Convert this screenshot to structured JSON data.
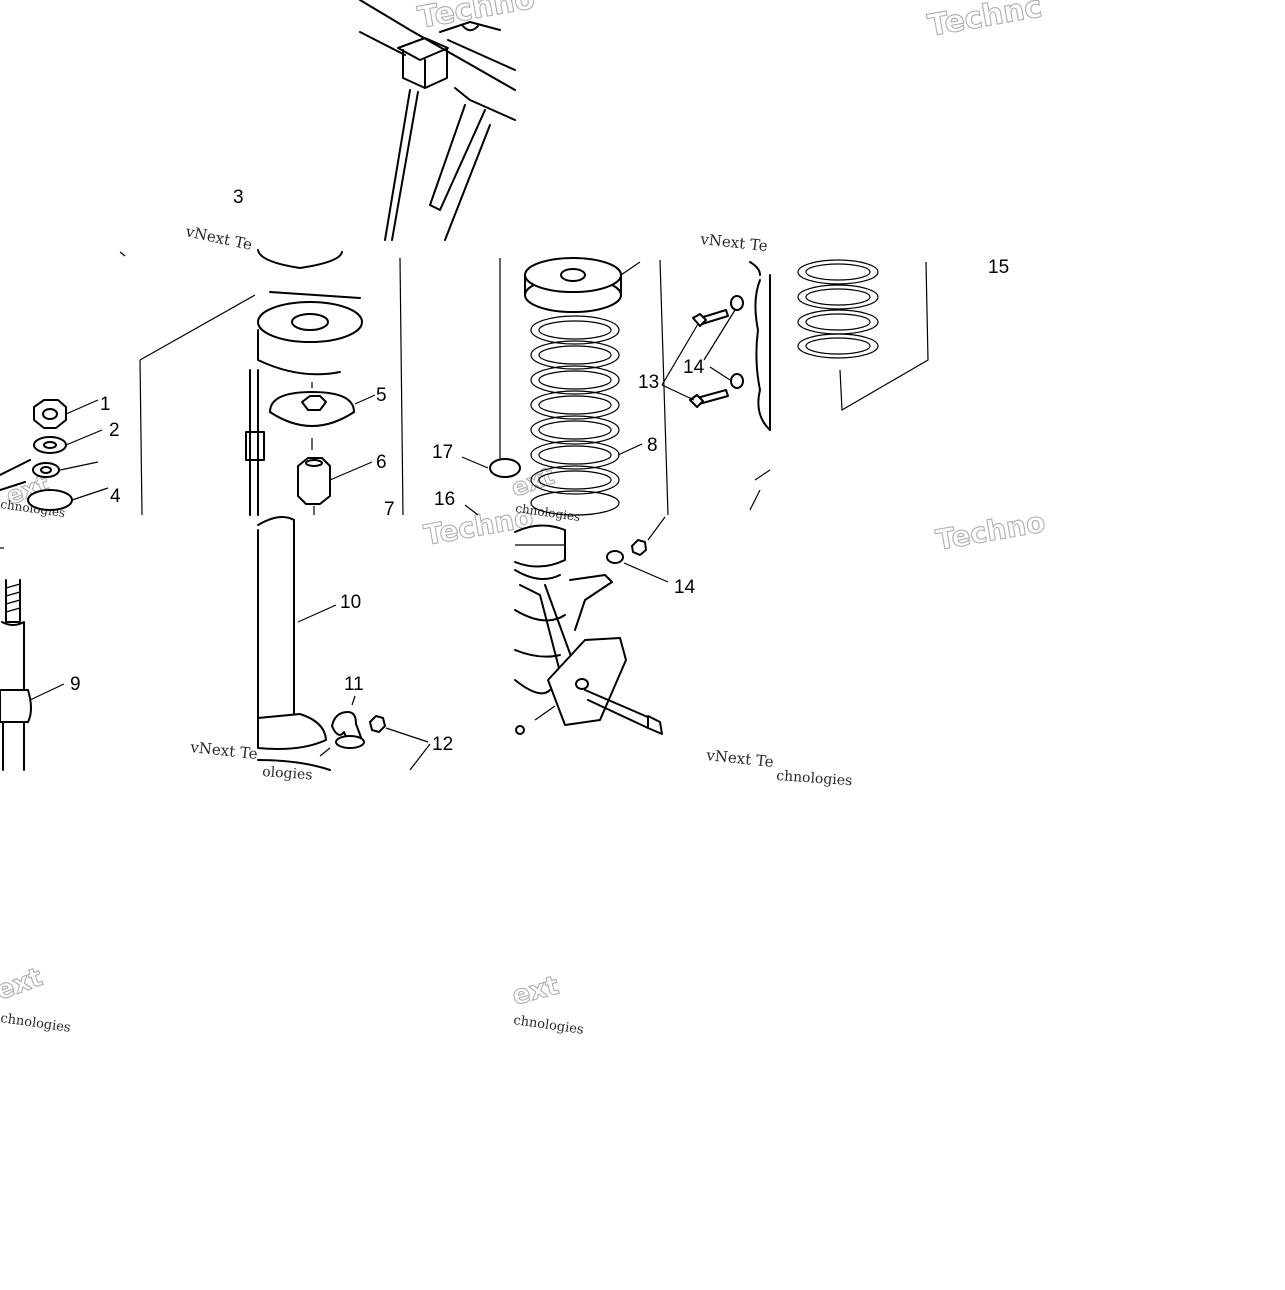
{
  "diagram": {
    "callouts": [
      "1",
      "2",
      "3",
      "4",
      "5",
      "6",
      "7",
      "8",
      "9",
      "10",
      "11",
      "12",
      "13",
      "14",
      "14",
      "15",
      "16",
      "17"
    ],
    "watermarks": {
      "vendor": "vNext Technologies",
      "vendor_short": "vNext Te",
      "tech_fragment": "Techno",
      "tech_fragment_2": "Technc",
      "ext_fragment": "ext",
      "chnologies": "chnologies",
      "ologies": "ologies"
    },
    "colors": {
      "line": "#000000",
      "watermark_outline": "#9a9a9a",
      "background": "#ffffff"
    }
  }
}
